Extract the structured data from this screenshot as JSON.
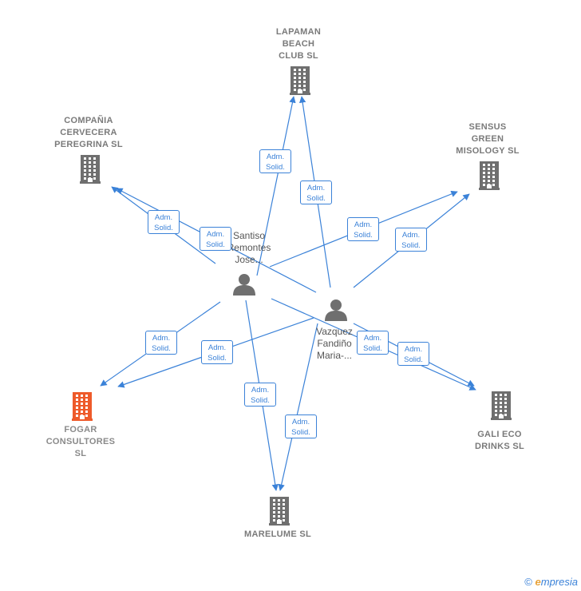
{
  "colors": {
    "edge": "#3b82d8",
    "company_icon": "#6f6f6f",
    "focus_company_icon": "#ee5a2a",
    "person_icon": "#6f6f6f"
  },
  "companies": [
    {
      "id": "lapaman",
      "label": "LAPAMAN\nBEACH\nCLUB  SL",
      "icon": "building-icon"
    },
    {
      "id": "compania",
      "label": "COMPAÑIA\nCERVECERA\nPEREGRINA SL",
      "icon": "building-icon"
    },
    {
      "id": "sensus",
      "label": "SENSUS\nGREEN\nMISOLOGY  SL",
      "icon": "building-icon"
    },
    {
      "id": "fogar",
      "label": "FOGAR\nCONSULTORES\nSL",
      "icon": "building-icon",
      "focus": true
    },
    {
      "id": "gali",
      "label": "GALI ECO\nDRINKS  SL",
      "icon": "building-icon"
    },
    {
      "id": "marelume",
      "label": "MARELUME  SL",
      "icon": "building-icon"
    }
  ],
  "persons": [
    {
      "id": "santiso",
      "label": "Santiso\nRemontes\nJose...",
      "icon": "person-icon"
    },
    {
      "id": "vazquez",
      "label": "Vazquez\nFandiño\nMaria-...",
      "icon": "person-icon"
    }
  ],
  "edges": [
    {
      "from": "santiso",
      "to": "lapaman",
      "label": "Adm.\nSolid."
    },
    {
      "from": "vazquez",
      "to": "lapaman",
      "label": "Adm.\nSolid."
    },
    {
      "from": "santiso",
      "to": "compania",
      "label": "Adm.\nSolid."
    },
    {
      "from": "vazquez",
      "to": "compania",
      "label": "Adm.\nSolid."
    },
    {
      "from": "santiso",
      "to": "sensus",
      "label": "Adm.\nSolid."
    },
    {
      "from": "vazquez",
      "to": "sensus",
      "label": "Adm.\nSolid."
    },
    {
      "from": "santiso",
      "to": "fogar",
      "label": "Adm.\nSolid."
    },
    {
      "from": "vazquez",
      "to": "fogar",
      "label": "Adm.\nSolid."
    },
    {
      "from": "santiso",
      "to": "gali",
      "label": "Adm.\nSolid."
    },
    {
      "from": "vazquez",
      "to": "gali",
      "label": "Adm.\nSolid."
    },
    {
      "from": "santiso",
      "to": "marelume",
      "label": "Adm.\nSolid."
    },
    {
      "from": "vazquez",
      "to": "marelume",
      "label": "Adm.\nSolid."
    }
  ],
  "footer": {
    "copyright": "©",
    "brand_e": "e",
    "brand_rest": "mpresia"
  }
}
